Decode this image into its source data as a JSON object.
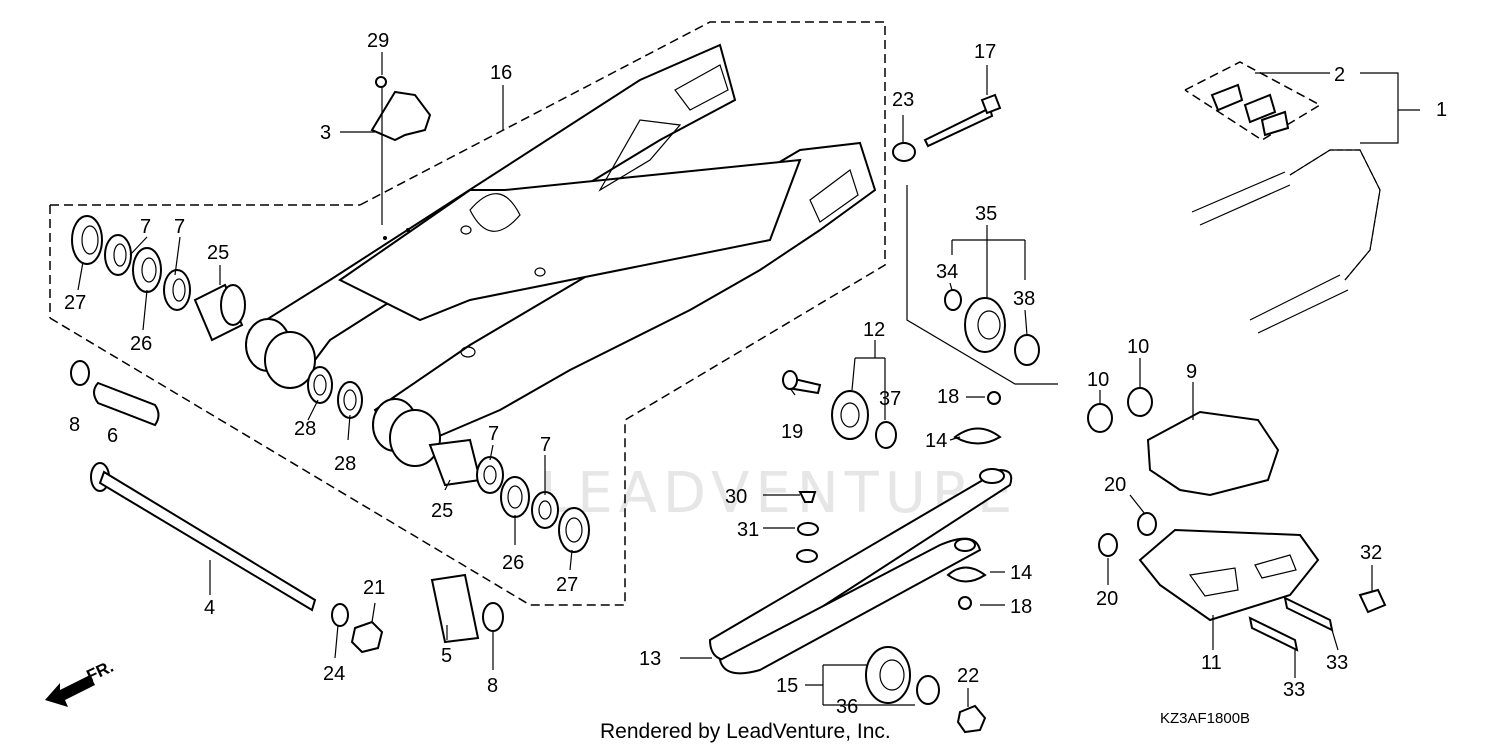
{
  "diagram": {
    "footer_text": "Rendered by LeadVenture, Inc.",
    "diagram_code": "KZ3AF1800B",
    "direction_label": "FR.",
    "watermark": "LEADVENTURE",
    "callouts": {
      "c1": "1",
      "c2": "2",
      "c3": "3",
      "c4": "4",
      "c5": "5",
      "c6": "6",
      "c7a": "7",
      "c7b": "7",
      "c7c": "7",
      "c7d": "7",
      "c8a": "8",
      "c8b": "8",
      "c9": "9",
      "c10a": "10",
      "c10b": "10",
      "c11": "11",
      "c12": "12",
      "c13": "13",
      "c14a": "14",
      "c14b": "14",
      "c15": "15",
      "c16": "16",
      "c17": "17",
      "c18a": "18",
      "c18b": "18",
      "c19": "19",
      "c20a": "20",
      "c20b": "20",
      "c21": "21",
      "c22": "22",
      "c23": "23",
      "c24": "24",
      "c25a": "25",
      "c25b": "25",
      "c26a": "26",
      "c26b": "26",
      "c27a": "27",
      "c27b": "27",
      "c28a": "28",
      "c28b": "28",
      "c29": "29",
      "c30": "30",
      "c31": "31",
      "c32": "32",
      "c33a": "33",
      "c33b": "33",
      "c34": "34",
      "c35": "35",
      "c36": "36",
      "c37": "37",
      "c38": "38"
    }
  }
}
